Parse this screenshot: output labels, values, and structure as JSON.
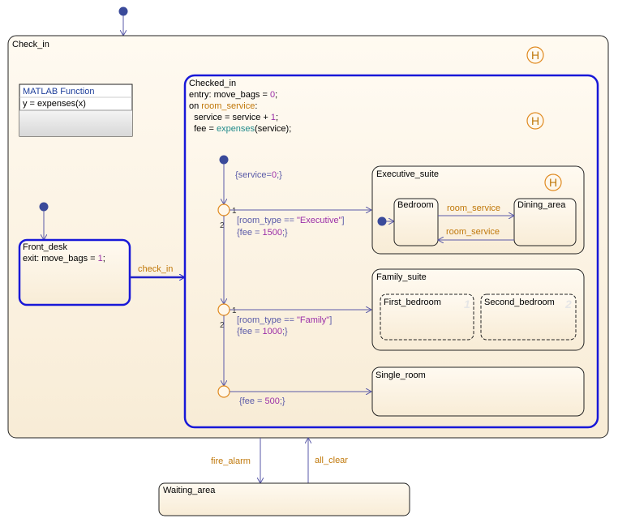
{
  "states": {
    "check_in": {
      "name": "Check_in"
    },
    "matlab_function": {
      "title": "MATLAB Function",
      "signature": "y = expenses(x)"
    },
    "front_desk": {
      "name": "Front_desk",
      "action_prefix": "exit: move_bags = ",
      "action_value": "1",
      "action_suffix": ";"
    },
    "checked_in": {
      "name": "Checked_in",
      "entry_prefix": "entry: move_bags = ",
      "entry_value": "0",
      "entry_suffix": ";",
      "on_prefix": "on ",
      "on_event": "room_service",
      "on_suffix": ":",
      "service_prefix": "  service = service + ",
      "service_value": "1",
      "service_suffix": ";",
      "fee_prefix": "  fee = ",
      "fee_fn": "expenses",
      "fee_suffix": "(service);"
    },
    "executive_suite": {
      "name": "Executive_suite"
    },
    "bedroom": {
      "name": "Bedroom"
    },
    "dining_area": {
      "name": "Dining_area"
    },
    "family_suite": {
      "name": "Family_suite"
    },
    "first_bedroom": {
      "name": "First_bedroom",
      "order": "1"
    },
    "second_bedroom": {
      "name": "Second_bedroom",
      "order": "2"
    },
    "single_room": {
      "name": "Single_room"
    },
    "waiting_area": {
      "name": "Waiting_area"
    }
  },
  "history_symbol": "H",
  "transitions": {
    "check_in": "check_in",
    "fire_alarm": "fire_alarm",
    "all_clear": "all_clear",
    "room_service_1": "room_service",
    "room_service_2": "room_service",
    "service_init": {
      "prefix": "{service=",
      "value": "0",
      "suffix": ";}"
    },
    "exec_cond": {
      "prefix": "[room_type == ",
      "value": "\"Executive\"",
      "suffix": "]"
    },
    "exec_action": {
      "prefix": "{fee = ",
      "value": "1500",
      "suffix": ";}"
    },
    "family_cond": {
      "prefix": "[room_type == ",
      "value": "\"Family\"",
      "suffix": "]"
    },
    "family_action": {
      "prefix": "{fee = ",
      "value": "1000",
      "suffix": ";}"
    },
    "single_action": {
      "prefix": "{fee = ",
      "value": "500",
      "suffix": ";}"
    }
  },
  "junction_order": {
    "first": "1",
    "second": "2"
  },
  "colors": {
    "state_fill": "#fdf3e3",
    "state_border": "#222222",
    "active_border": "#1818d8",
    "transition": "#5a5aa8",
    "event_label": "#c0780a",
    "junction": "#e08a20",
    "default_dot": "#3a4a9a"
  }
}
